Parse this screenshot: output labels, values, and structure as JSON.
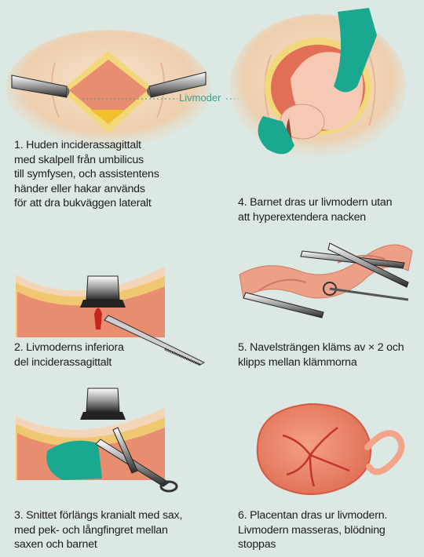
{
  "label_livmoder": "Livmoder",
  "steps": [
    {
      "lines": [
        "1. Huden inciderassagittalt",
        "med skalpell från umbilicus",
        "till symfysen, och assistentens",
        "händer eller hakar används",
        "för att dra bukväggen lateralt"
      ]
    },
    {
      "lines": [
        "2. Livmoderns inferiora",
        "del inciderassagittalt"
      ]
    },
    {
      "lines": [
        "3. Snittet förlängs kranialt med sax,",
        "med pek- och långfingret mellan",
        "saxen och barnet"
      ]
    },
    {
      "lines": [
        "4. Barnet dras ur livmodern utan",
        "att hyperextendera nacken"
      ]
    },
    {
      "lines": [
        "5. Navelsträngen kläms av × 2 och",
        "klipps mellan klämmorna"
      ]
    },
    {
      "lines": [
        "6. Placentan dras ur livmodern.",
        "Livmodern masseras, blödning",
        "stoppas"
      ]
    }
  ],
  "colors": {
    "background": "#dce8e3",
    "accent": "#1aa890",
    "tissue": "#e58b6b",
    "skin": "#f3d6b7",
    "fat": "#f2d87a"
  }
}
